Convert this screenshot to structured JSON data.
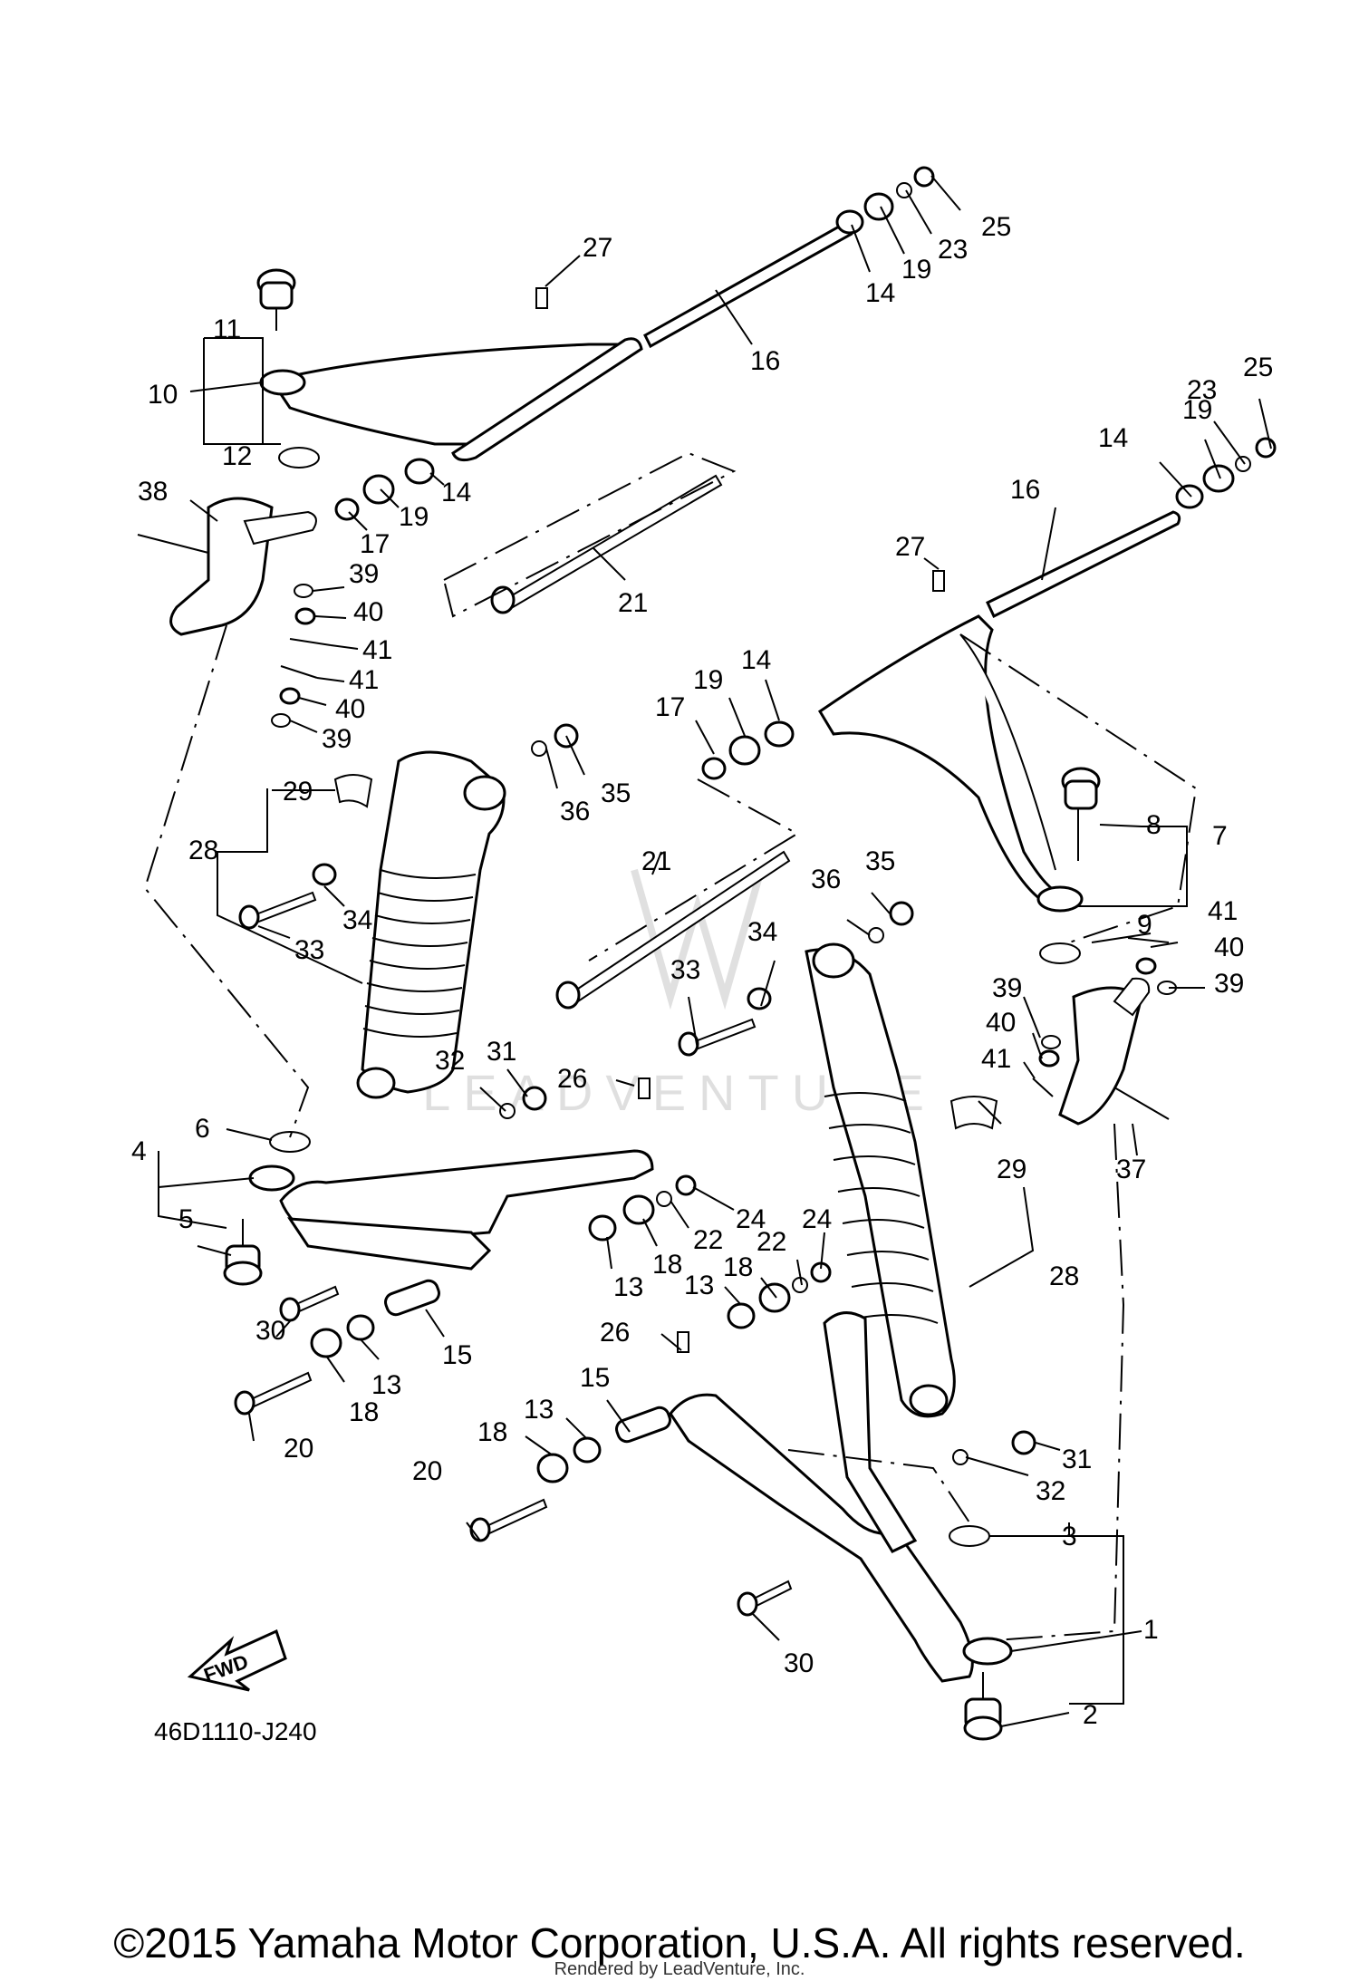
{
  "diagram_code": "46D1110-J240",
  "fwd_label": "FWD",
  "watermark": "LEADVENTURE",
  "copyright": "©2015 Yamaha Motor Corporation, U.S.A. All rights reserved.",
  "rendered_by": "Rendered by LeadVenture, Inc.",
  "callouts": [
    {
      "id": "c27a",
      "text": "27"
    },
    {
      "id": "c25a",
      "text": "25"
    },
    {
      "id": "c23a",
      "text": "23"
    },
    {
      "id": "c19a",
      "text": "19"
    },
    {
      "id": "c14a",
      "text": "14"
    },
    {
      "id": "c16a",
      "text": "16"
    },
    {
      "id": "c11",
      "text": "11"
    },
    {
      "id": "c10",
      "text": "10"
    },
    {
      "id": "c12",
      "text": "12"
    },
    {
      "id": "c14b",
      "text": "14"
    },
    {
      "id": "c19b",
      "text": "19"
    },
    {
      "id": "c17a",
      "text": "17"
    },
    {
      "id": "c38",
      "text": "38"
    },
    {
      "id": "c21a",
      "text": "21"
    },
    {
      "id": "c39a",
      "text": "39"
    },
    {
      "id": "c40a",
      "text": "40"
    },
    {
      "id": "c41a",
      "text": "41"
    },
    {
      "id": "c41b",
      "text": "41"
    },
    {
      "id": "c40b",
      "text": "40"
    },
    {
      "id": "c39b",
      "text": "39"
    },
    {
      "id": "c25b",
      "text": "25"
    },
    {
      "id": "c23b",
      "text": "23"
    },
    {
      "id": "c19c",
      "text": "19"
    },
    {
      "id": "c14c",
      "text": "14"
    },
    {
      "id": "c16b",
      "text": "16"
    },
    {
      "id": "c27b",
      "text": "27"
    },
    {
      "id": "c14d",
      "text": "14"
    },
    {
      "id": "c19d",
      "text": "19"
    },
    {
      "id": "c17b",
      "text": "17"
    },
    {
      "id": "c29a",
      "text": "29"
    },
    {
      "id": "c36a",
      "text": "36"
    },
    {
      "id": "c35a",
      "text": "35"
    },
    {
      "id": "c8",
      "text": "8"
    },
    {
      "id": "c7",
      "text": "7"
    },
    {
      "id": "c28a",
      "text": "28"
    },
    {
      "id": "c34a",
      "text": "34"
    },
    {
      "id": "c33a",
      "text": "33"
    },
    {
      "id": "c21b",
      "text": "21"
    },
    {
      "id": "c35b",
      "text": "35"
    },
    {
      "id": "c36b",
      "text": "36"
    },
    {
      "id": "c9",
      "text": "9"
    },
    {
      "id": "c41c",
      "text": "41"
    },
    {
      "id": "c40c",
      "text": "40"
    },
    {
      "id": "c39c",
      "text": "39"
    },
    {
      "id": "c34b",
      "text": "34"
    },
    {
      "id": "c33b",
      "text": "33"
    },
    {
      "id": "c39d",
      "text": "39"
    },
    {
      "id": "c40d",
      "text": "40"
    },
    {
      "id": "c41d",
      "text": "41"
    },
    {
      "id": "c31a",
      "text": "31"
    },
    {
      "id": "c32a",
      "text": "32"
    },
    {
      "id": "c26a",
      "text": "26"
    },
    {
      "id": "c29b",
      "text": "29"
    },
    {
      "id": "c37",
      "text": "37"
    },
    {
      "id": "c6",
      "text": "6"
    },
    {
      "id": "c4",
      "text": "4"
    },
    {
      "id": "c5",
      "text": "5"
    },
    {
      "id": "c24a",
      "text": "24"
    },
    {
      "id": "c22a",
      "text": "22"
    },
    {
      "id": "c18a",
      "text": "18"
    },
    {
      "id": "c13a",
      "text": "13"
    },
    {
      "id": "c24b",
      "text": "24"
    },
    {
      "id": "c22b",
      "text": "22"
    },
    {
      "id": "c18b",
      "text": "18"
    },
    {
      "id": "c13b",
      "text": "13"
    },
    {
      "id": "c28b",
      "text": "28"
    },
    {
      "id": "c30a",
      "text": "30"
    },
    {
      "id": "c15a",
      "text": "15"
    },
    {
      "id": "c13c",
      "text": "13"
    },
    {
      "id": "c18c",
      "text": "18"
    },
    {
      "id": "c20a",
      "text": "20"
    },
    {
      "id": "c26b",
      "text": "26"
    },
    {
      "id": "c15b",
      "text": "15"
    },
    {
      "id": "c13d",
      "text": "13"
    },
    {
      "id": "c18d",
      "text": "18"
    },
    {
      "id": "c20b",
      "text": "20"
    },
    {
      "id": "c31b",
      "text": "31"
    },
    {
      "id": "c32b",
      "text": "32"
    },
    {
      "id": "c3",
      "text": "3"
    },
    {
      "id": "c1",
      "text": "1"
    },
    {
      "id": "c2",
      "text": "2"
    },
    {
      "id": "c30b",
      "text": "30"
    }
  ]
}
